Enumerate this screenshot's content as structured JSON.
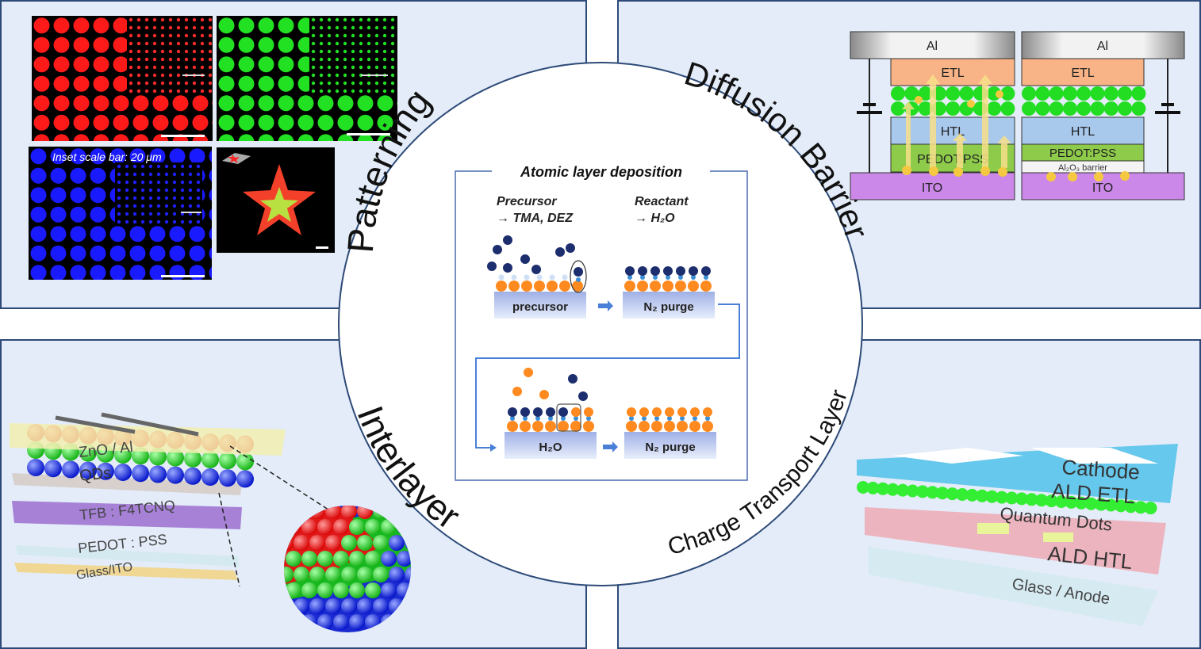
{
  "sections": {
    "patterning": {
      "title": "Patterning",
      "inset_caption": "Inset scale bar: 20 μm",
      "micrographs": [
        "red-dot-array",
        "green-dot-array",
        "blue-dot-array",
        "star-pattern"
      ],
      "colors": {
        "red": "#ff1a1a",
        "green": "#22e022",
        "blue": "#1a1aff"
      }
    },
    "diffusion_barrier": {
      "title": "Diffusion Barrier",
      "left_stack": [
        "Al",
        "ETL",
        "HTL",
        "PEDOT:PSS",
        "ITO"
      ],
      "right_stack": [
        "Al",
        "ETL",
        "HTL",
        "PEDOT:PSS",
        "Al2O3 barrier",
        "ITO"
      ],
      "barrier_label": "Al₂O₃ barrier"
    },
    "interlayer": {
      "title": "Interlayer",
      "layers": [
        "ZnO / Al",
        "QDs",
        "TFB : F4TCNQ",
        "PEDOT : PSS",
        "Glass/ITO"
      ]
    },
    "charge_transport": {
      "title": "Charge Transport Layer",
      "layers": [
        "Cathode",
        "ALD ETL",
        "Quantum Dots",
        "ALD HTL",
        "Glass / Anode"
      ]
    }
  },
  "ald": {
    "title": "Atomic layer deposition",
    "precursor_label": "Precursor",
    "precursor_value": "→ TMA, DEZ",
    "reactant_label": "Reactant",
    "reactant_value": "→ H₂O",
    "steps": [
      "precursor",
      "N₂ purge",
      "H₂O",
      "N₂ purge"
    ]
  }
}
